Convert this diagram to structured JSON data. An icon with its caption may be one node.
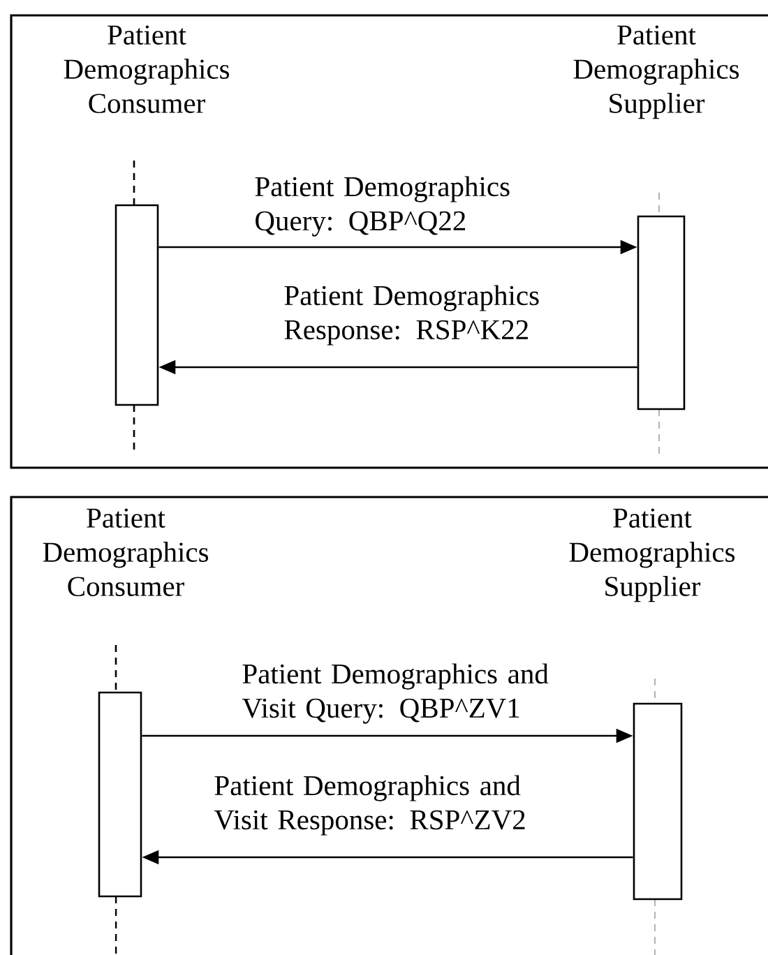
{
  "diagram": {
    "nodes": [
      {
        "text": [],
        "shape": "bar"
      },
      {
        "text": [],
        "shape": "bar"
      },
      {
        "text": [],
        "shape": "bar"
      },
      {
        "text": [],
        "shape": "bar"
      }
    ],
    "labels": [
      "Patient Demographics Consumer",
      "Patient Demographics Supplier",
      "Patient Demographics Consumer",
      "Patient Demographics Supplier"
    ],
    "edges": [
      {
        "from": 0,
        "to": 1,
        "arrow": "to",
        "label": "Patient Demographics Query:  QBP^Q22"
      },
      {
        "from": 1,
        "to": 0,
        "arrow": "to",
        "label": "Patient Demographics Response:  RSP^K22"
      },
      {
        "from": 2,
        "to": 3,
        "arrow": "to",
        "label": "Patient Demographics and Visit Query:  QBP^ZV1"
      },
      {
        "from": 3,
        "to": 2,
        "arrow": "to",
        "label": "Patient Demographics and Visit Response:  RSP^ZV2"
      }
    ]
  }
}
